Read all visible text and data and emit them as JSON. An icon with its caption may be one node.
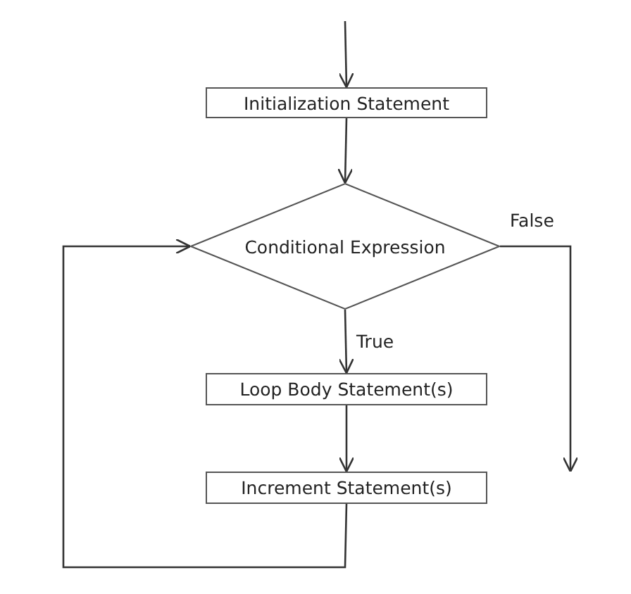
{
  "diagram": {
    "nodes": [
      {
        "text": [
          "Initialization Statement"
        ]
      },
      {
        "text": [
          "Conditional Expression"
        ]
      },
      {
        "text": [
          "Loop Body Statement(s)"
        ]
      },
      {
        "text": [
          "Increment Statement(s)"
        ]
      }
    ],
    "edges": [
      {
        "from": null,
        "to": 0,
        "arrow": "to"
      },
      {
        "from": 0,
        "to": 1,
        "arrow": "to"
      },
      {
        "from": 1,
        "to": null,
        "label": "False",
        "arrow": "to"
      },
      {
        "from": 1,
        "to": 2,
        "label": "True",
        "arrow": "to"
      },
      {
        "from": 2,
        "to": 3,
        "arrow": "to"
      },
      {
        "from": 3,
        "to": 1,
        "arrow": "to"
      }
    ]
  }
}
